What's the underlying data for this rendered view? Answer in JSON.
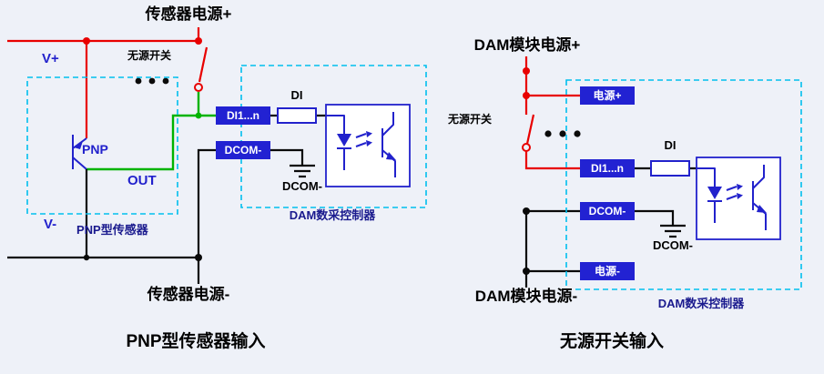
{
  "colors": {
    "bg": "#eef1f8",
    "wire-red": "#e80000",
    "wire-green": "#00b300",
    "wire-black": "#0a0a0a",
    "circuit-blue": "#2222cc",
    "box-blue": "#2222d2",
    "dash-cyan": "#00bfee",
    "navy-text": "#1a1a8e"
  },
  "left": {
    "power_plus": "传感器电源+",
    "switch": "无源开关",
    "v_plus": "V+",
    "pnp": "PNP",
    "out": "OUT",
    "v_minus": "V-",
    "sensor_box": "PNP型传感器",
    "channels": {
      "di": "DI1...n",
      "dcom": "DCOM-"
    },
    "di": "DI",
    "dcom_ground": "DCOM-",
    "controller": "DAM数采控制器",
    "power_minus": "传感器电源-",
    "caption": "PNP型传感器输入"
  },
  "right": {
    "power_plus": "DAM模块电源+",
    "switch": "无源开关",
    "channels": {
      "power_plus": "电源+",
      "di": "DI1...n",
      "dcom": "DCOM-",
      "power_minus": "电源-"
    },
    "di": "DI",
    "dcom_ground": "DCOM-",
    "controller": "DAM数采控制器",
    "power_minus": "DAM模块电源-",
    "caption": "无源开关输入"
  }
}
